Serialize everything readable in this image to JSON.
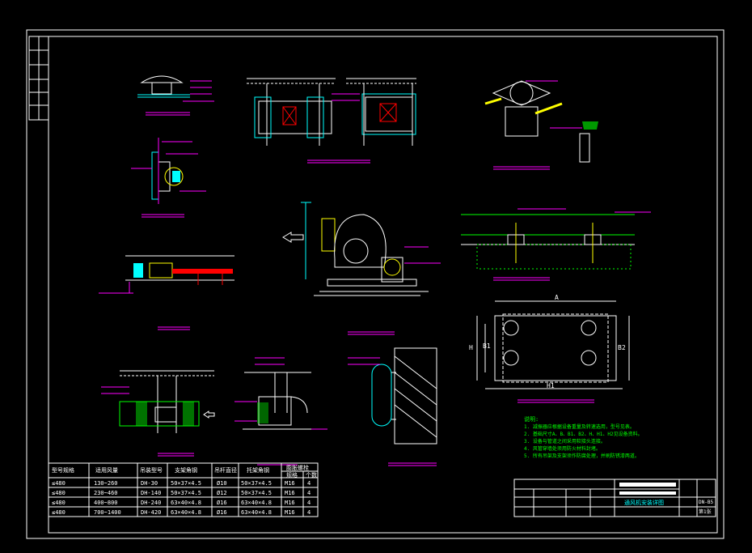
{
  "colors": {
    "background": "#000000",
    "frame": "#ffffff",
    "equipment": "#ffffff",
    "pipe": "#00ffff",
    "note": "#00ff00",
    "caption": "#ff00ff",
    "highlight": "#ff0000",
    "vibration": "#ffff00"
  },
  "notes": {
    "title": "说明:",
    "lines": [
      "1. 减振器应根据设备重量及转速选用，型号见表。",
      "2. 基础尺寸A、B、B1、B2、H、H1、H2见设备资料。",
      "3. 设备与管道之间采用软接头连接。",
      "4. 风管穿墙处须用防火材料封堵。",
      "5. 所有吊架及支架须作防腐处理，并刷防锈漆两道。"
    ]
  },
  "dimensions": {
    "A": "A",
    "B1": "B1",
    "B2": "B2",
    "H": "H",
    "H1": "H1"
  },
  "table": {
    "headers": [
      "型号规格",
      "适用风量",
      "吊装型号",
      "支架角钢",
      "吊杆直径",
      "托架角钢",
      "膨胀螺栓",
      ""
    ],
    "sub_headers": [
      "",
      "",
      "",
      "",
      "",
      "",
      "规格",
      "个数"
    ],
    "rows": [
      [
        "≤480",
        "130~260",
        "DH-30",
        "50×37×4.5",
        "Ø10",
        "50×37×4.5",
        "M16",
        "4"
      ],
      [
        "≤480",
        "230~460",
        "DH-140",
        "50×37×4.5",
        "Ø12",
        "50×37×4.5",
        "M16",
        "4"
      ],
      [
        "≤480",
        "400~800",
        "DH-240",
        "63×40×4.8",
        "Ø16",
        "63×40×4.8",
        "M16",
        "4"
      ],
      [
        "≤480",
        "700~1400",
        "DH-420",
        "63×40×4.8",
        "Ø16",
        "63×40×4.8",
        "M16",
        "4"
      ]
    ]
  },
  "title_block": {
    "title": "通风机安装详图",
    "drawing_code": "DN-B5",
    "sheet": "第1张"
  }
}
